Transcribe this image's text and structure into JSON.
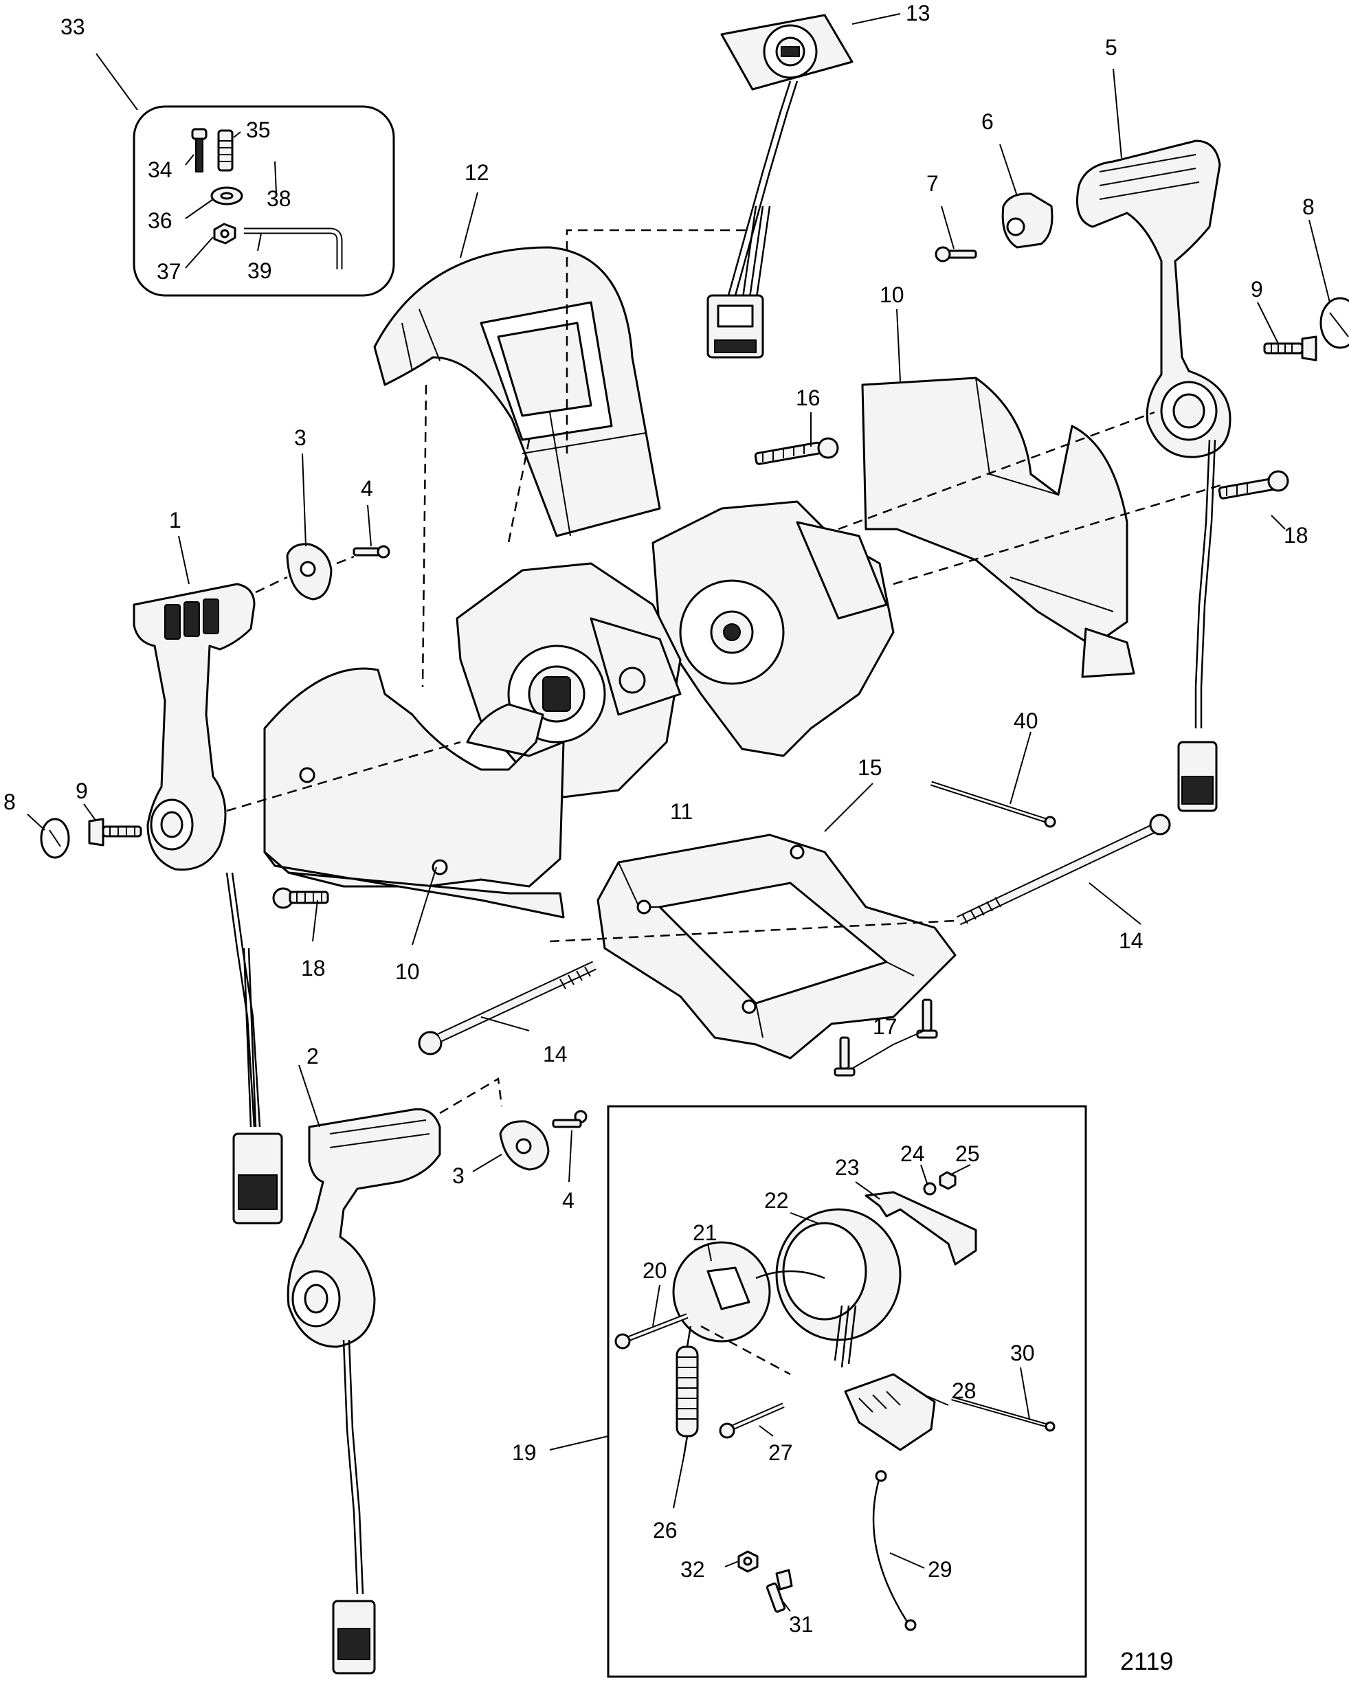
{
  "figure_number": "2119",
  "callouts": {
    "c1": "1",
    "c2": "2",
    "c3a": "3",
    "c3b": "3",
    "c4a": "4",
    "c4b": "4",
    "c5": "5",
    "c6": "6",
    "c7": "7",
    "c8a": "8",
    "c8b": "8",
    "c9a": "9",
    "c9b": "9",
    "c10a": "10",
    "c10b": "10",
    "c11": "11",
    "c12": "12",
    "c13": "13",
    "c14a": "14",
    "c14b": "14",
    "c15": "15",
    "c16": "16",
    "c17": "17",
    "c18a": "18",
    "c18b": "18",
    "c19": "19",
    "c20": "20",
    "c21": "21",
    "c22": "22",
    "c23": "23",
    "c24": "24",
    "c25": "25",
    "c26": "26",
    "c27": "27",
    "c28": "28",
    "c29": "29",
    "c30": "30",
    "c31": "31",
    "c32": "32",
    "c33": "33",
    "c34": "34",
    "c35": "35",
    "c36": "36",
    "c37": "37",
    "c38": "38",
    "c39": "39",
    "c40": "40"
  }
}
